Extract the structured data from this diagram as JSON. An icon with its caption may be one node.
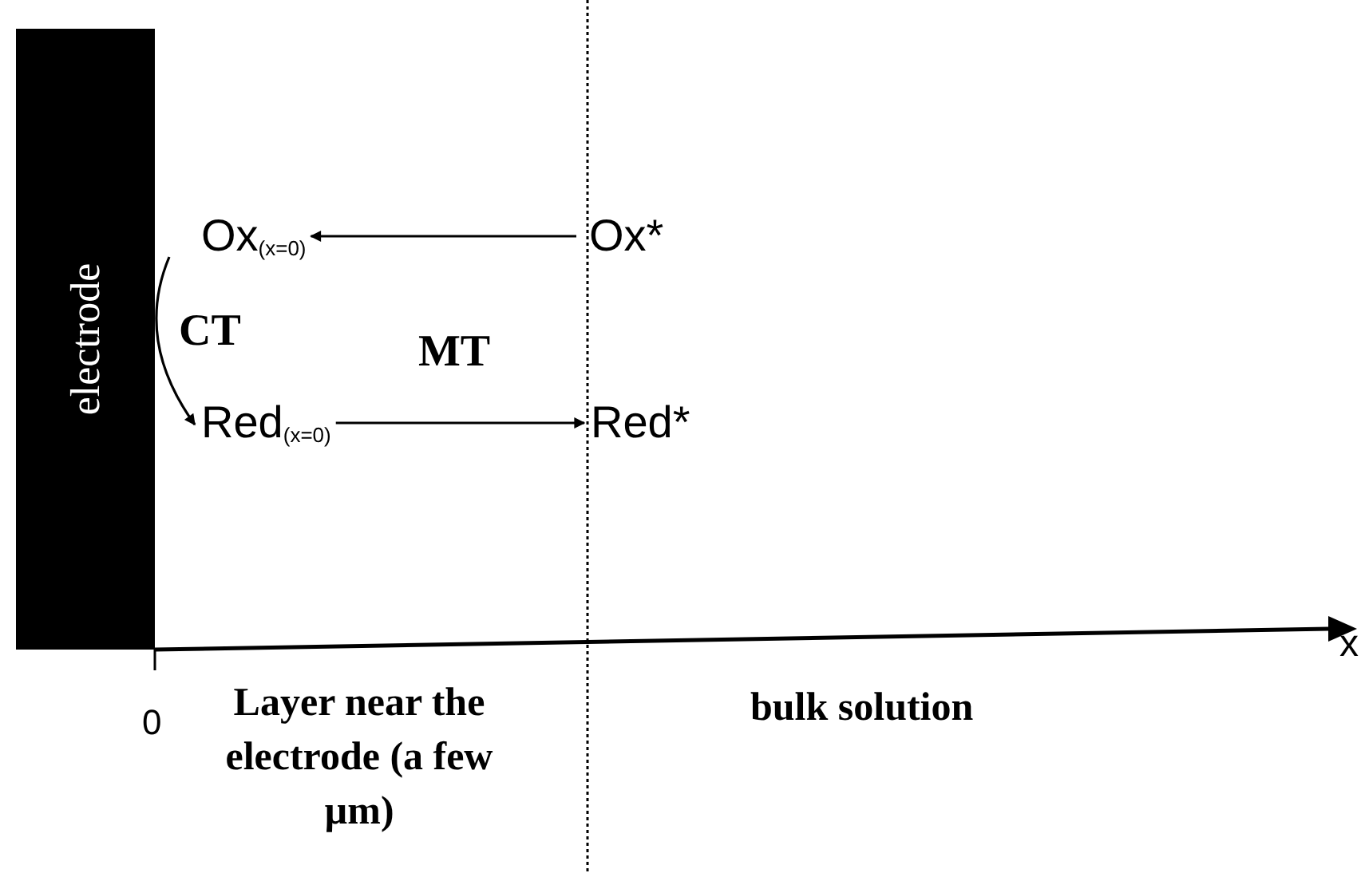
{
  "diagram": {
    "nodes": [
      {
        "text": [
          "electrode"
        ]
      },
      {
        "text": [
          "Ox$_{(x=0)}$"
        ]
      },
      {
        "text": [
          "Ox*"
        ]
      },
      {
        "text": [
          "Red$_{(x=0)}$"
        ]
      },
      {
        "text": [
          "Red*"
        ]
      }
    ],
    "edges": [
      {
        "from": 2,
        "to": 1,
        "arrow": "to"
      },
      {
        "from": 3,
        "to": 4,
        "arrow": "to"
      },
      {
        "from": 1,
        "to": 3,
        "arrow": "to",
        "label": "CT"
      }
    ],
    "labels": [
      "MT",
      "x",
      "0",
      "Layer near the electrode (a few µm)",
      "bulk solution"
    ]
  }
}
